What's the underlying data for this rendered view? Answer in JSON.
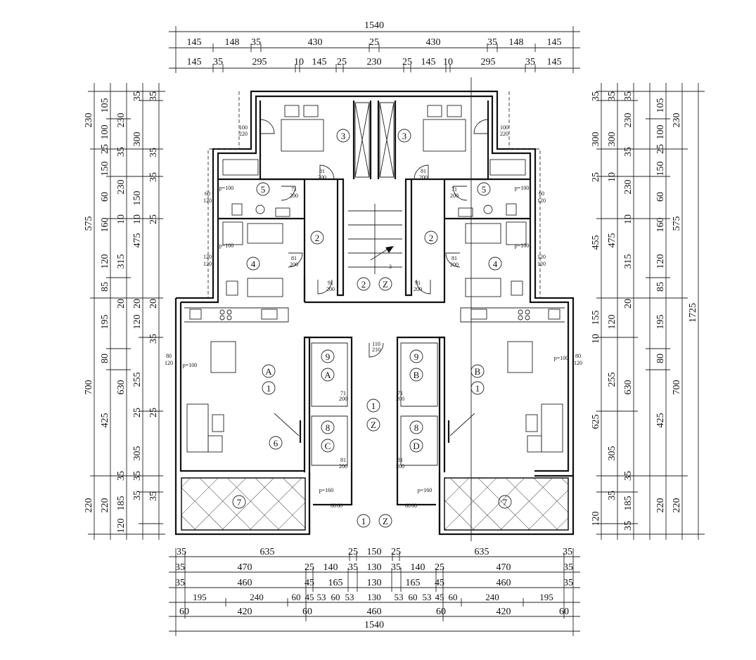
{
  "dims_top": {
    "row1": [
      "1540"
    ],
    "row2": [
      "145",
      "148",
      "35",
      "430",
      "25",
      "430",
      "35",
      "148",
      "145"
    ],
    "row3": [
      "145",
      "35",
      "295",
      "10",
      "145",
      "25",
      "230",
      "25",
      "145",
      "10",
      "295",
      "35",
      "145"
    ]
  },
  "dims_bottom": {
    "row1": [
      "35",
      "635",
      "25",
      "150",
      "25",
      "635",
      "35"
    ],
    "row2": [
      "35",
      "470",
      "25",
      "140",
      "35",
      "130",
      "35",
      "140",
      "25",
      "470",
      "35"
    ],
    "row3": [
      "35",
      "460",
      "45",
      "165",
      "130",
      "165",
      "45",
      "460",
      "35"
    ],
    "row4": [
      "195",
      "240",
      "60",
      "45",
      "53",
      "60",
      "53",
      "130",
      "53",
      "60",
      "53",
      "45",
      "60",
      "240",
      "195"
    ],
    "row5": [
      "60",
      "420",
      "60",
      "460",
      "60",
      "420",
      "60"
    ],
    "row6": [
      "1540"
    ]
  },
  "dims_left": {
    "c1": [
      "230",
      "575",
      "700",
      "220"
    ],
    "c2": [
      "105",
      "100",
      "25",
      "150",
      "60",
      "160",
      "120",
      "85",
      "195",
      "80",
      "425",
      "220"
    ],
    "c3": [
      "230",
      "35",
      "230",
      "10",
      "315",
      "20",
      "630",
      "35",
      "185",
      "120"
    ],
    "c4": [
      "35",
      "300",
      "150",
      "10",
      "475",
      "20",
      "120",
      "255",
      "25",
      "305",
      "35",
      "35"
    ],
    "c5": [
      "35",
      "35",
      "35",
      "25",
      "35",
      "20",
      "25",
      "35"
    ]
  },
  "dims_right": {
    "c1": [
      "35",
      "300",
      "25",
      "455",
      "10",
      "155",
      "625",
      "120"
    ],
    "c2": [
      "35",
      "300",
      "10",
      "475",
      "120",
      "255",
      "305",
      "35"
    ],
    "c3": [
      "35",
      "230",
      "35",
      "230",
      "10",
      "315",
      "20",
      "630",
      "35",
      "185",
      "35"
    ],
    "c4": [
      "105",
      "100",
      "25",
      "150",
      "60",
      "160",
      "120",
      "85",
      "195",
      "80",
      "425",
      "220"
    ],
    "c5": [
      "230",
      "575",
      "700",
      "220"
    ],
    "c6": [
      "1725"
    ]
  },
  "rooms": {
    "r3": "3",
    "r5": "5",
    "r4": "4",
    "r2": "2",
    "r9": "9",
    "r8": "8",
    "r1": "1",
    "r7": "7",
    "r6": "6",
    "z": "Z",
    "a": "A",
    "b": "B",
    "c": "C",
    "d": "D"
  },
  "openings": {
    "w100_220": [
      "100",
      "220"
    ],
    "w60_120": [
      "60",
      "120"
    ],
    "w120_120": [
      "120",
      "120"
    ],
    "w80_120": [
      "80",
      "120"
    ],
    "d71_200": [
      "71",
      "200"
    ],
    "d81_200": [
      "81",
      "200"
    ],
    "d91_200": [
      "91",
      "200"
    ],
    "d110_210": [
      "110",
      "210"
    ],
    "d71_200b": [
      "71",
      "200"
    ],
    "pp100": "p=100",
    "pp160": "p=160",
    "pp60": "60",
    "stairs_num": "3"
  }
}
